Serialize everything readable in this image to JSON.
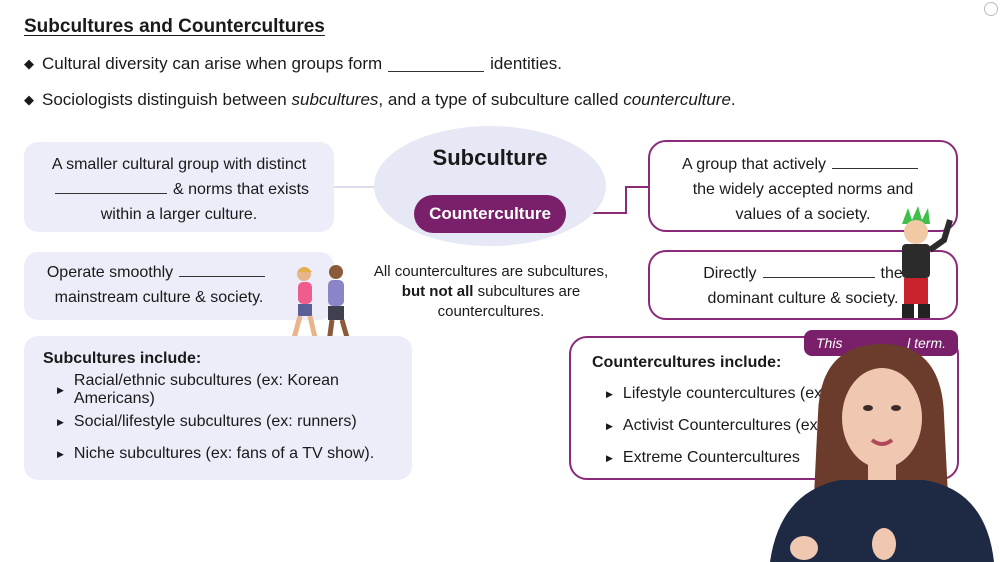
{
  "title": "Subcultures and Countercultures",
  "bullets": [
    {
      "before": "Cultural diversity can arise when groups form",
      "after": "identities."
    },
    {
      "part1": "Sociologists distinguish between ",
      "em1": "subcultures",
      "part2": ", and a type of subculture called ",
      "em2": "counterculture",
      "part3": "."
    }
  ],
  "left_def": {
    "line1": "A smaller cultural group with distinct",
    "line2": "& norms that exists",
    "line3": "within a larger culture."
  },
  "left_mid": {
    "line1": "Operate smoothly",
    "line2": "mainstream culture & society."
  },
  "center": {
    "subculture": "Subculture",
    "counterculture": "Counterculture",
    "note_line1": "All countercultures are subcultures,",
    "note_bold": "but not all",
    "note_line2_rest": " subcultures are",
    "note_line3": "countercultures."
  },
  "right_def": {
    "line1": "A group that actively",
    "line2": "the widely accepted norms and",
    "line3": "values of a society."
  },
  "right_mid": {
    "line1_a": "Directly",
    "line1_b": "the",
    "line2": "dominant culture & society."
  },
  "subcultures_list": {
    "title": "Subcultures include:",
    "items": [
      "Racial/ethnic subcultures (ex: Korean Americans)",
      "Social/lifestyle subcultures (ex: runners)",
      "Niche subcultures (ex: fans of a TV show)."
    ]
  },
  "countercultures_list": {
    "title": "Countercultures include:",
    "items": [
      "Lifestyle countercultures (ex:",
      "Activist Countercultures (ex: f",
      "Extreme Countercultures"
    ]
  },
  "tag": {
    "left": "This",
    "right": "l term."
  },
  "colors": {
    "accent": "#7a1f6a",
    "blue_box": "#ecedf8",
    "border_purple": "#8a2a78"
  }
}
